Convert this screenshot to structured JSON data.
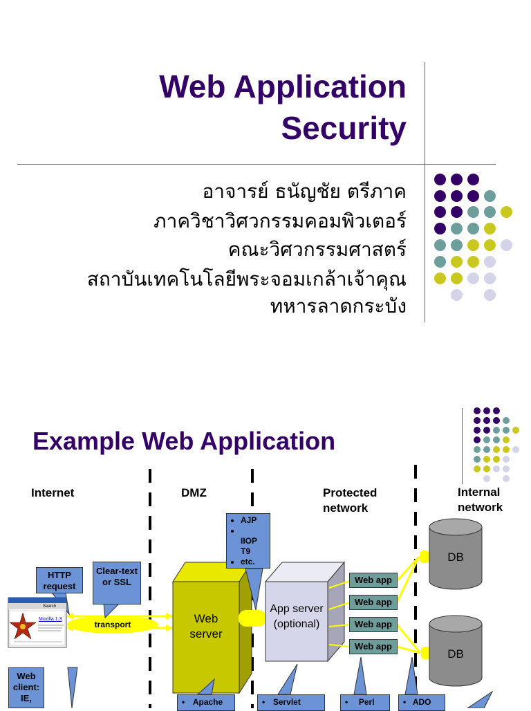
{
  "slide1": {
    "title_line1": "Web Application",
    "title_line2": "Security",
    "author": "อาจารย์ ธนัญชัย ตรีภาค",
    "department": "ภาควิชาวิศวกรรมคอมพิวเตอร์",
    "faculty": "คณะวิศวกรรมศาสตร์",
    "institute_line1": "สถาบันเทคโนโลยีพระจอมเกล้าเจ้าคุณ",
    "institute_line2": "ทหารลาดกระบัง"
  },
  "slide2": {
    "title": "Example Web Application",
    "zones": {
      "internet": "Internet",
      "dmz": "DMZ",
      "protected": "Protected network",
      "internal": "Internal network"
    },
    "callouts": {
      "http_request": "HTTP request",
      "cleartext": "Clear-text or SSL",
      "transport": "transport",
      "protocols": [
        "AJP",
        "",
        "IIOP",
        "T9",
        "etc."
      ],
      "web_client": "Web client: IE,",
      "apache": "Apache",
      "servlet": "Servlet",
      "perl": "Perl",
      "ado": "ADO"
    },
    "web_server": "Web server",
    "app_server": "App server (optional)",
    "web_apps": [
      "Web app",
      "Web app",
      "Web app",
      "Web app"
    ],
    "db_labels": [
      "DB",
      "DB"
    ],
    "browser": {
      "link_text": "Mozilla 1.3",
      "go_label": "Search"
    }
  },
  "colors": {
    "purple": "#330066",
    "teal": "#6d9e9b",
    "olive": "#c8c81e",
    "lavender": "#d4d4e8",
    "callout_blue": "#6b93d6",
    "server_yellow": "#c8c800",
    "db_gray": "#8c8c8c"
  }
}
